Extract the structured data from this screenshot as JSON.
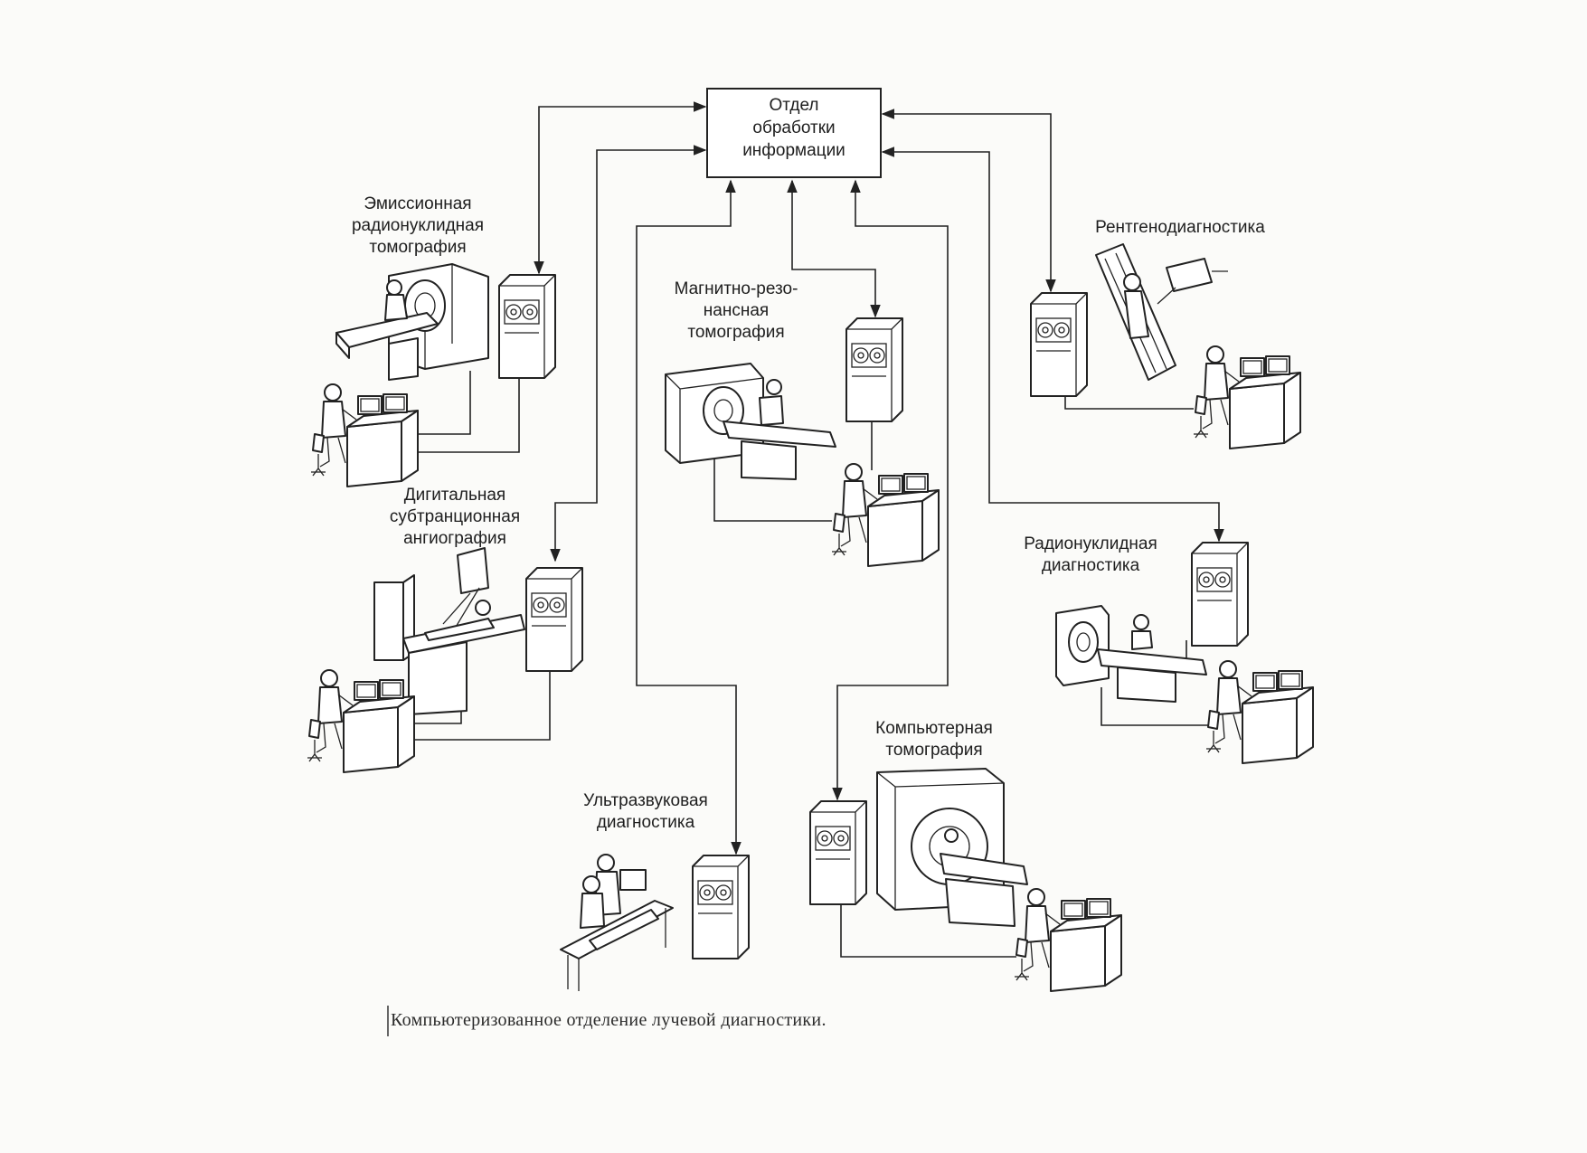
{
  "hub": {
    "label": "Отдел\nобработки\nинформации"
  },
  "nodes": {
    "emission": {
      "label": "Эмиссионная\nрадионуклидная\nтомография"
    },
    "xray": {
      "label": "Рентгенодиагностика"
    },
    "mri": {
      "label": "Магнитно-резо-\nнансная\nтомография"
    },
    "dsa": {
      "label": "Дигитальная\nсубтранционная\nангиография"
    },
    "radionuclide": {
      "label": "Радионуклидная\nдиагностика"
    },
    "ct": {
      "label": "Компьютерная\nтомография"
    },
    "ultrasound": {
      "label": "Ультразвуковая\nдиагностика"
    }
  },
  "caption": "Компьютеризованное отделение лучевой диагностики."
}
